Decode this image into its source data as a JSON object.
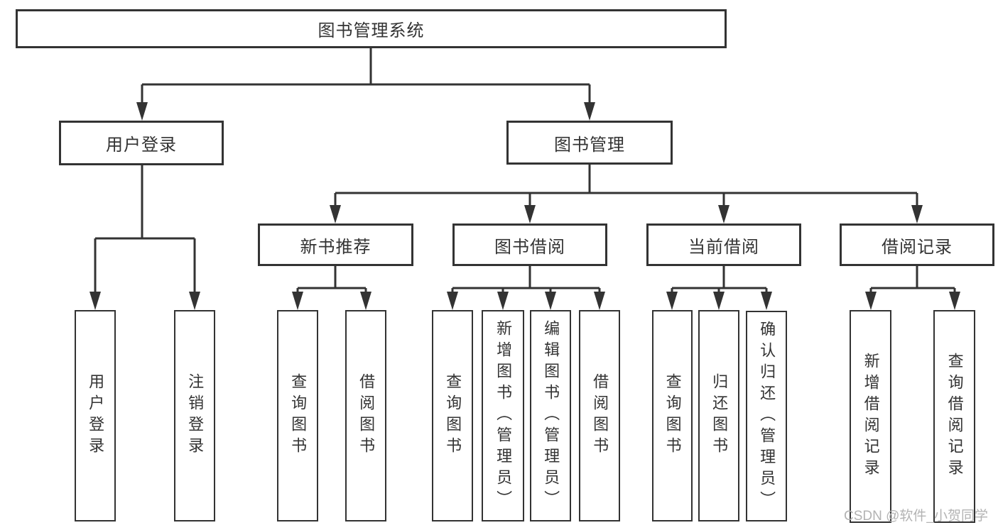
{
  "colors": {
    "background": "#ffffff",
    "line": "#333333",
    "box_border": "#333333",
    "text": "#333333",
    "watermark_text": "#b3b3b3"
  },
  "diagram": {
    "title": "图书管理系统",
    "level2": [
      {
        "label": "用户登录"
      },
      {
        "label": "图书管理"
      }
    ],
    "level3": [
      {
        "label": "新书推荐"
      },
      {
        "label": "图书借阅"
      },
      {
        "label": "当前借阅"
      },
      {
        "label": "借阅记录"
      }
    ],
    "leaves": [
      {
        "label": "用户登录"
      },
      {
        "label": "注销登录"
      },
      {
        "label": "查询图书"
      },
      {
        "label": "借阅图书"
      },
      {
        "label": "查询图书"
      },
      {
        "label": "新增图书（管理员）"
      },
      {
        "label": "编辑图书（管理员）"
      },
      {
        "label": "借阅图书"
      },
      {
        "label": "查询图书"
      },
      {
        "label": "归还图书"
      },
      {
        "label": "确认归还（管理员）"
      },
      {
        "label": "新增借阅记录"
      },
      {
        "label": "查询借阅记录"
      }
    ]
  },
  "watermark": {
    "text": "CSDN @软件_小贺同学"
  }
}
